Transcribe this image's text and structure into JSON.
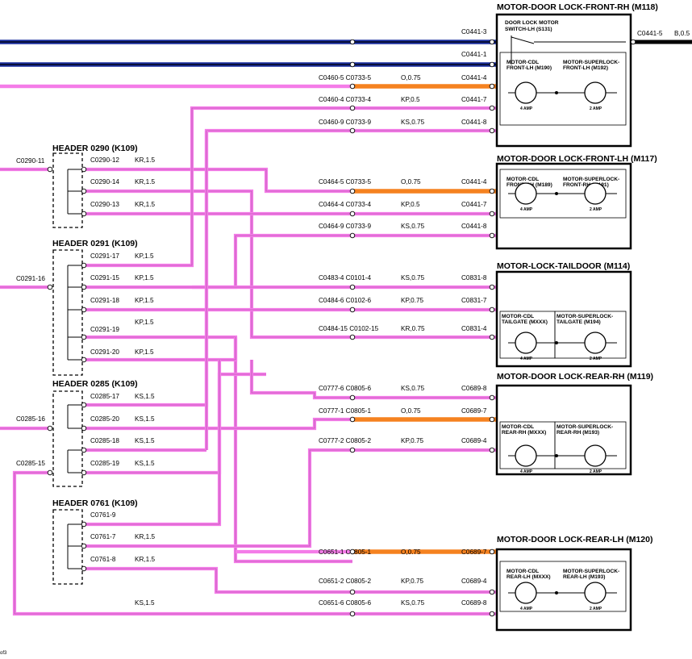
{
  "colors": {
    "pink": "#f47ce8",
    "orange": "#f58220",
    "blue": "#1a2e9e",
    "black": "#000000"
  },
  "headers": [
    {
      "title": "HEADER 0290 (K109)"
    },
    {
      "title": "HEADER 0291 (K109)"
    },
    {
      "title": "HEADER 0285 (K109)"
    },
    {
      "title": "HEADER 0761 (K109)"
    }
  ],
  "left_connectors": [
    "C0290-11",
    "C0291-16",
    "C0285-16",
    "C0285-15"
  ],
  "header_pins": [
    {
      "pin": "C0290-12",
      "spec": "KR,1.5"
    },
    {
      "pin": "C0290-14",
      "spec": "KR,1.5"
    },
    {
      "pin": "C0290-13",
      "spec": "KR,1.5"
    },
    {
      "pin": "C0291-17",
      "spec": "KP,1.5"
    },
    {
      "pin": "C0291-15",
      "spec": "KP,1.5"
    },
    {
      "pin": "C0291-18",
      "spec": "KP,1.5"
    },
    {
      "pin": "C0291-19",
      "spec": "KP,1.5"
    },
    {
      "pin": "C0291-20",
      "spec": "KP,1.5"
    },
    {
      "pin": "C0285-17",
      "spec": "KS,1.5"
    },
    {
      "pin": "C0285-20",
      "spec": "KS,1.5"
    },
    {
      "pin": "C0285-18",
      "spec": "KS,1.5"
    },
    {
      "pin": "C0285-19",
      "spec": "KS,1.5"
    },
    {
      "pin": "C0761-9",
      "spec": ""
    },
    {
      "pin": "C0761-7",
      "spec": "KR,1.5"
    },
    {
      "pin": "C0761-8",
      "spec": "KR,1.5"
    }
  ],
  "bottom_wire_spec": "KS,1.5",
  "wires": [
    {
      "left": "",
      "spec": "",
      "right": "C0441-3"
    },
    {
      "left": "",
      "spec": "",
      "right": "C0441-1"
    },
    {
      "left": "C0460-5 C0733-5",
      "spec": "O,0.75",
      "right": "C0441-4"
    },
    {
      "left": "C0460-4 C0733-4",
      "spec": "KP,0.5",
      "right": "C0441-7"
    },
    {
      "left": "C0460-9 C0733-9",
      "spec": "KS,0.75",
      "right": "C0441-8"
    },
    {
      "left": "C0464-5 C0733-5",
      "spec": "O,0.75",
      "right": "C0441-4"
    },
    {
      "left": "C0464-4 C0733-4",
      "spec": "KP,0.5",
      "right": "C0441-7"
    },
    {
      "left": "C0464-9 C0733-9",
      "spec": "KS,0.75",
      "right": "C0441-8"
    },
    {
      "left": "C0483-4 C0101-4",
      "spec": "KS,0.75",
      "right": "C0831-8"
    },
    {
      "left": "C0484-6 C0102-6",
      "spec": "KP,0.75",
      "right": "C0831-7"
    },
    {
      "left": "C0484-15 C0102-15",
      "spec": "KR,0.75",
      "right": "C0831-4"
    },
    {
      "left": "C0777-6 C0805-6",
      "spec": "KS,0.75",
      "right": "C0689-8"
    },
    {
      "left": "C0777-1 C0805-1",
      "spec": "O,0.75",
      "right": "C0689-7"
    },
    {
      "left": "C0777-2 C0805-2",
      "spec": "KP,0.75",
      "right": "C0689-4"
    },
    {
      "left": "C0651-1 C0805-1",
      "spec": "O,0.75",
      "right": "C0689-7"
    },
    {
      "left": "C0651-2 C0805-2",
      "spec": "KP,0.75",
      "right": "C0689-4"
    },
    {
      "left": "C0651-6 C0805-6",
      "spec": "KS,0.75",
      "right": "C0689-8"
    }
  ],
  "modules": [
    {
      "title": "MOTOR-DOOR LOCK-FRONT-RH (M118)",
      "switch": "DOOR LOCK MOTOR SWITCH-LH (S131)",
      "m1": [
        "MOTOR-CDL",
        "FRONT-LH (M190)"
      ],
      "m2": [
        "MOTOR-SUPERLOCK-",
        "FRONT-LH (M192)"
      ],
      "amp1": "4 AMP",
      "amp2": "2 AMP",
      "out_conn": "C0441-5",
      "out_spec": "B,0.5"
    },
    {
      "title": "MOTOR-DOOR LOCK-FRONT-LH (M117)",
      "m1": [
        "MOTOR-CDL",
        "FRONT-RH (M189)"
      ],
      "m2": [
        "MOTOR-SUPERLOCK-",
        "FRONT-RH (M191)"
      ],
      "amp1": "4 AMP",
      "amp2": "2 AMP"
    },
    {
      "title": "MOTOR-LOCK-TAILDOOR (M114)",
      "m1": [
        "MOTOR-CDL",
        "TAILGATE (MXXX)"
      ],
      "m2": [
        "MOTOR-SUPERLOCK-",
        "TAILGATE (M194)"
      ],
      "amp1": "4 AMP",
      "amp2": "2 AMP"
    },
    {
      "title": "MOTOR-DOOR LOCK-REAR-RH (M119)",
      "m1": [
        "MOTOR-CDL",
        "REAR-RH (MXXX)"
      ],
      "m2": [
        "MOTOR-SUPERLOCK-",
        "REAR-RH (M193)"
      ],
      "amp1": "4 AMP",
      "amp2": "2 AMP"
    },
    {
      "title": "MOTOR-DOOR LOCK-REAR-LH (M120)",
      "m1": [
        "MOTOR-CDL",
        "REAR-LH (MXXX)"
      ],
      "m2": [
        "MOTOR-SUPERLOCK-",
        "REAR-LH (M193)"
      ],
      "amp1": "4 AMP",
      "amp2": "2 AMP"
    }
  ],
  "footer_fragment": "of3"
}
